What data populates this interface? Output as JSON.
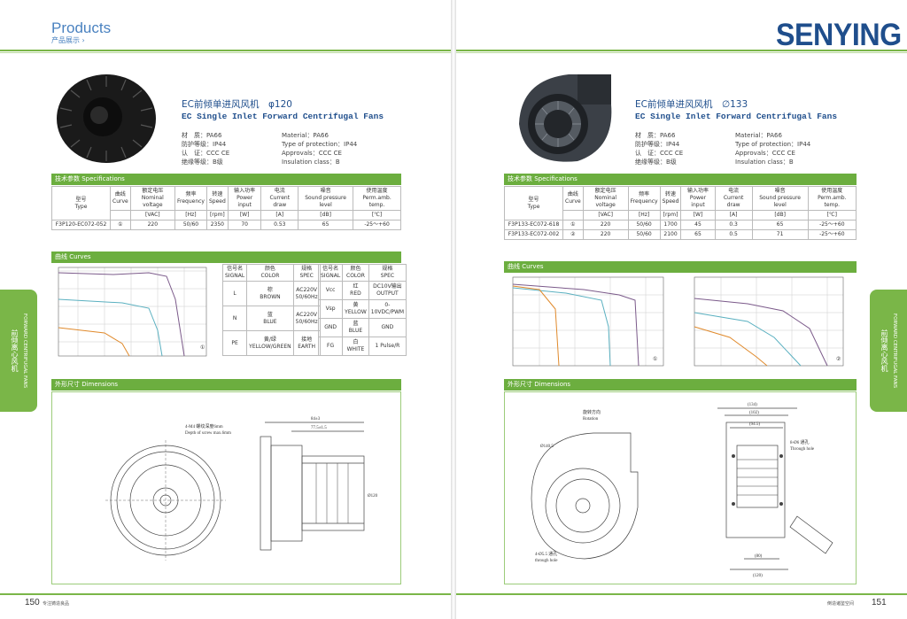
{
  "header": {
    "products": "Products",
    "products_cn": "产品展示 ›",
    "brand": "SENYING"
  },
  "side_tab": {
    "cn": "前倾离心风机",
    "en": "FORWARD CENTRIFUGAL FANS"
  },
  "left": {
    "title_cn": "EC前倾单进风风机　φ120",
    "title_en": "EC Single Inlet Forward Centrifugal Fans",
    "props": [
      [
        "材　质：PA66",
        "Material：PA66"
      ],
      [
        "防护等级：IP44",
        "Type of protection：IP44"
      ],
      [
        "认　证：CCC CE",
        "Approvals：CCC CE"
      ],
      [
        "绝缘等级：B级",
        "Insulation class：B"
      ]
    ],
    "spec_bar": "技术参数 Specifications",
    "curve_bar": "曲线 Curves",
    "dim_bar": "外形尺寸 Dimensions",
    "spec_head": [
      [
        "型号",
        "Type"
      ],
      [
        "曲线",
        "Curve"
      ],
      [
        "额定电压",
        "Nominal voltage"
      ],
      [
        "频率",
        "Frequency"
      ],
      [
        "转速",
        "Speed"
      ],
      [
        "输入功率",
        "Power input"
      ],
      [
        "电流",
        "Current draw"
      ],
      [
        "噪音",
        "Sound pressure level"
      ],
      [
        "使用温度",
        "Perm.amb. temp."
      ]
    ],
    "spec_units": [
      "[VAC]",
      "[Hz]",
      "[rpm]",
      "[W]",
      "[A]",
      "[dB]",
      "[℃]"
    ],
    "rows": [
      {
        "type": "F3P120-EC072-052",
        "curve": "①",
        "vals": [
          "220",
          "50/60",
          "2350",
          "70",
          "0.53",
          "65",
          "-25～+60"
        ]
      }
    ],
    "wire_head": [
      [
        "信号名",
        "SIGNAL"
      ],
      [
        "颜色",
        "COLOR"
      ],
      [
        "规格",
        "SPEC"
      ]
    ],
    "wires_a": [
      [
        "L",
        "棕",
        "BROWN",
        "AC220V 50/60Hz"
      ],
      [
        "N",
        "蓝",
        "BLUE",
        "AC220V 50/60Hz"
      ],
      [
        "PE",
        "黄/绿",
        "YELLOW/GREEN",
        "接地 EARTH"
      ]
    ],
    "wires_b": [
      [
        "Vcc",
        "红",
        "RED",
        "DC10V输出 OUTPUT"
      ],
      [
        "Vsp",
        "黄",
        "YELLOW",
        "0-10VDC/PWM"
      ],
      [
        "GND",
        "蓝",
        "BLUE",
        "GND"
      ],
      [
        "FG",
        "白",
        "WHITE",
        "1 Pulse/R"
      ]
    ],
    "dim_labels": [
      "4-M4 螺纹深度6mm",
      "Depth of screw max.6mm",
      "84±3",
      "77.5±1.5",
      "Ø120"
    ],
    "page": "150",
    "footer": "专注铸造良品"
  },
  "right": {
    "title_cn": "EC前倾单进风风机　∅133",
    "title_en": "EC Single Inlet Forward Centrifugal Fans",
    "props": [
      [
        "材　质：PA66",
        "Material：PA66"
      ],
      [
        "防护等级：IP44",
        "Type of protection：IP44"
      ],
      [
        "认　证：CCC CE",
        "Approvals：CCC CE"
      ],
      [
        "绝缘等级：B级",
        "Insulation class：B"
      ]
    ],
    "spec_bar": "技术参数 Specifications",
    "curve_bar": "曲线 Curves",
    "dim_bar": "外形尺寸 Dimensions",
    "spec_head": [
      [
        "型号",
        "Type"
      ],
      [
        "曲线",
        "Curve"
      ],
      [
        "额定电压",
        "Nominal voltage"
      ],
      [
        "频率",
        "Frequency"
      ],
      [
        "转速",
        "Speed"
      ],
      [
        "输入功率",
        "Power input"
      ],
      [
        "电流",
        "Current draw"
      ],
      [
        "噪音",
        "Sound pressure level"
      ],
      [
        "使用温度",
        "Perm.amb. temp."
      ]
    ],
    "spec_units": [
      "[VAC]",
      "[Hz]",
      "[rpm]",
      "[W]",
      "[A]",
      "[dB]",
      "[℃]"
    ],
    "rows": [
      {
        "type": "F3P133-EC072-618",
        "curve": "①",
        "vals": [
          "220",
          "50/60",
          "1700",
          "45",
          "0.3",
          "65",
          "-25～+60"
        ]
      },
      {
        "type": "F3P133-EC072-002",
        "curve": "②",
        "vals": [
          "220",
          "50/60",
          "2100",
          "65",
          "0.5",
          "71",
          "-25～+60"
        ]
      }
    ],
    "dim_labels": [
      "旋转方向",
      "Rotation",
      "Ø140.5",
      "4-Ø5.5 通孔",
      "through hole",
      "(134)",
      "(102)",
      "(94.5)",
      "8-Ø6 通孔",
      "Through hole",
      "(80)",
      "(120)"
    ],
    "page": "151",
    "footer": "倒造诸鉴空间"
  },
  "colors": {
    "green": "#7ab648",
    "blue": "#1f4e8c",
    "accent": "#4a82c0"
  }
}
